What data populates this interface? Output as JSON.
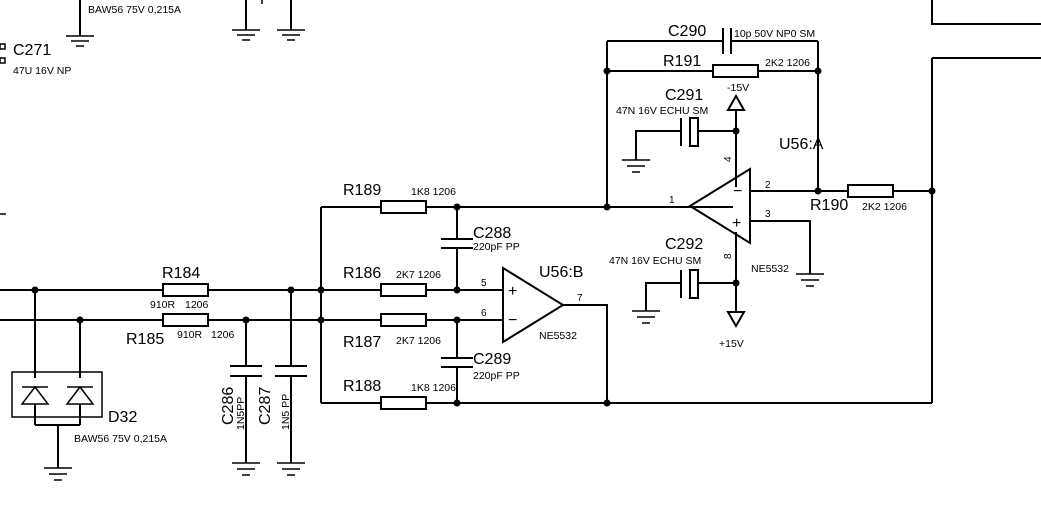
{
  "schematic": {
    "components": {
      "c271": {
        "ref": "C271",
        "value": "47U 16V NP"
      },
      "d_top": {
        "value": "BAW56 75V 0,215A"
      },
      "c290": {
        "ref": "C290",
        "value": "10p 50V NP0 SM"
      },
      "r191": {
        "ref": "R191",
        "value": "2K2 1206"
      },
      "c291": {
        "ref": "C291",
        "value": "47N 16V ECHU SM"
      },
      "u56a": {
        "ref": "U56:A",
        "part": "NE5532"
      },
      "r189": {
        "ref": "R189",
        "value": "1K8 1206"
      },
      "r190": {
        "ref": "R190",
        "value": "2K2 1206"
      },
      "c288": {
        "ref": "C288",
        "value": "220pF PP"
      },
      "u56b": {
        "ref": "U56:B",
        "part": "NE5532"
      },
      "c292": {
        "ref": "C292",
        "value": "47N 16V ECHU SM"
      },
      "r184": {
        "ref": "R184",
        "value_a": "910R",
        "value_b": "1206"
      },
      "r186": {
        "ref": "R186",
        "value": "2K7 1206"
      },
      "r185": {
        "ref": "R185",
        "value_a": "910R",
        "value_b": "1206"
      },
      "r187": {
        "ref": "R187",
        "value": "2K7 1206"
      },
      "c289": {
        "ref": "C289",
        "value": "220pF PP"
      },
      "r188": {
        "ref": "R188",
        "value": "1K8 1206"
      },
      "d32": {
        "ref": "D32",
        "value": "BAW56 75V 0,215A"
      },
      "c286": {
        "ref": "C286",
        "value": "1N5PP"
      },
      "c287": {
        "ref": "C287",
        "value": "1N5 PP"
      }
    },
    "rails": {
      "negative": "-15V",
      "positive": "+15V"
    },
    "pins": {
      "u56a_inv": "2",
      "u56a_noninv": "3",
      "u56a_out": "1",
      "u56a_vminus": "4",
      "u56a_vplus": "8",
      "u56b_noninv": "5",
      "u56b_inv": "6",
      "u56b_out": "7"
    },
    "opamp_symbols": {
      "minus": "−",
      "plus": "+"
    }
  }
}
